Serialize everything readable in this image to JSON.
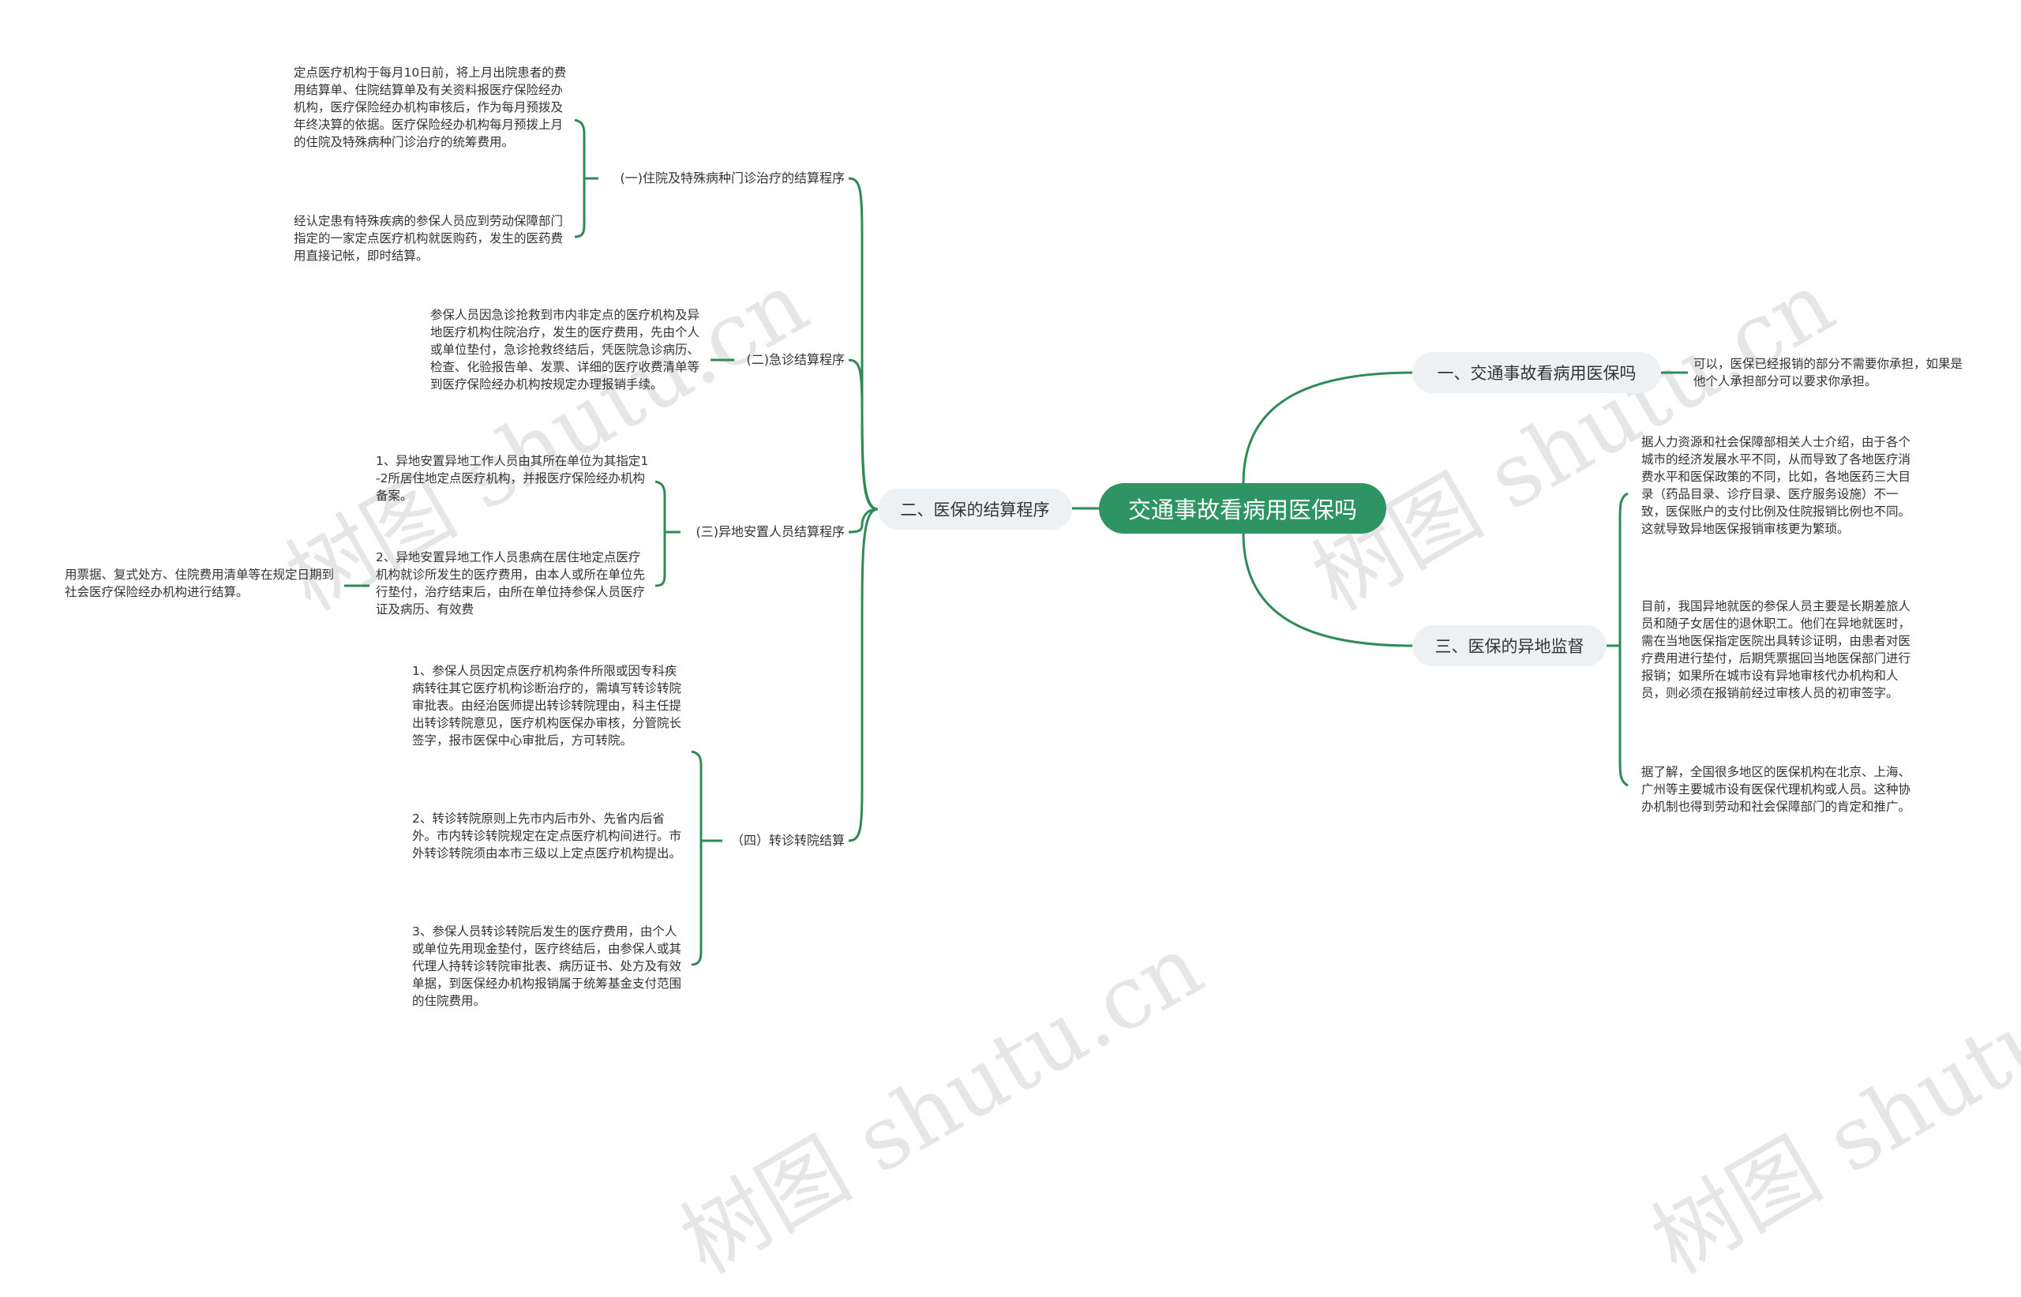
{
  "watermark": "树图 shutu.cn",
  "colors": {
    "accent": "#2e9464",
    "line": "#2e8b57",
    "node_bg": "#eef1f4"
  },
  "root": "交通事故看病用医保吗",
  "branches": {
    "b1": {
      "label": "一、交通事故看病用医保吗",
      "leaves": [
        "可以，医保已经报销的部分不需要你承担，如果是他个人承担部分可以要求你承担。"
      ]
    },
    "b2": {
      "label": "二、医保的结算程序",
      "subs": [
        {
          "label": "(一)住院及特殊病种门诊治疗的结算程序",
          "leaves": [
            "定点医疗机构于每月10日前，将上月出院患者的费用结算单、住院结算单及有关资料报医疗保险经办机构，医疗保险经办机构审核后，作为每月预拨及年终决算的依据。医疗保险经办机构每月预拨上月的住院及特殊病种门诊治疗的统筹费用。",
            "经认定患有特殊疾病的参保人员应到劳动保障部门指定的一家定点医疗机构就医购药，发生的医药费用直接记帐，即时结算。"
          ]
        },
        {
          "label": "(二)急诊结算程序",
          "leaves": [
            "参保人员因急诊抢救到市内非定点的医疗机构及异地医疗机构住院治疗，发生的医疗费用，先由个人或单位垫付，急诊抢救终结后，凭医院急诊病历、检查、化验报告单、发票、详细的医疗收费清单等到医疗保险经办机构按规定办理报销手续。"
          ]
        },
        {
          "label": "(三)异地安置人员结算程序",
          "leaves": [
            "1、异地安置异地工作人员由其所在单位为其指定1-2所居住地定点医疗机构，并报医疗保险经办机构备案。",
            "2、异地安置异地工作人员患病在居住地定点医疗机构就诊所发生的医疗费用，由本人或所在单位先行垫付，治疗结束后，由所在单位持参保人员医疗证及病历、有效费"
          ],
          "subleaf": "用票据、复式处方、住院费用清单等在规定日期到社会医疗保险经办机构进行结算。"
        },
        {
          "label": "（四）转诊转院结算",
          "leaves": [
            "1、参保人员因定点医疗机构条件所限或因专科疾病转往其它医疗机构诊断治疗的，需填写转诊转院审批表。由经治医师提出转诊转院理由，科主任提出转诊转院意见，医疗机构医保办审核，分管院长签字，报市医保中心审批后，方可转院。",
            "2、转诊转院原则上先市内后市外、先省内后省外。市内转诊转院规定在定点医疗机构间进行。市外转诊转院须由本市三级以上定点医疗机构提出。",
            "3、参保人员转诊转院后发生的医疗费用，由个人或单位先用现金垫付，医疗终结后，由参保人或其代理人持转诊转院审批表、病历证书、处方及有效单据，到医保经办机构报销属于统筹基金支付范围的住院费用。"
          ]
        }
      ]
    },
    "b3": {
      "label": "三、医保的异地监督",
      "leaves": [
        "据人力资源和社会保障部相关人士介绍，由于各个城市的经济发展水平不同，从而导致了各地医疗消费水平和医保政策的不同，比如，各地医药三大目录（药品目录、诊疗目录、医疗服务设施）不一致，医保账户的支付比例及住院报销比例也不同。这就导致异地医保报销审核更为繁琐。",
        "目前，我国异地就医的参保人员主要是长期差旅人员和随子女居住的退休职工。他们在异地就医时，需在当地医保指定医院出具转诊证明，由患者对医疗费用进行垫付，后期凭票据回当地医保部门进行报销；如果所在城市设有异地审核代办机构和人员，则必须在报销前经过审核人员的初审签字。",
        "据了解，全国很多地区的医保机构在北京、上海、广州等主要城市设有医保代理机构或人员。这种协办机制也得到劳动和社会保障部门的肯定和推广。"
      ]
    }
  }
}
